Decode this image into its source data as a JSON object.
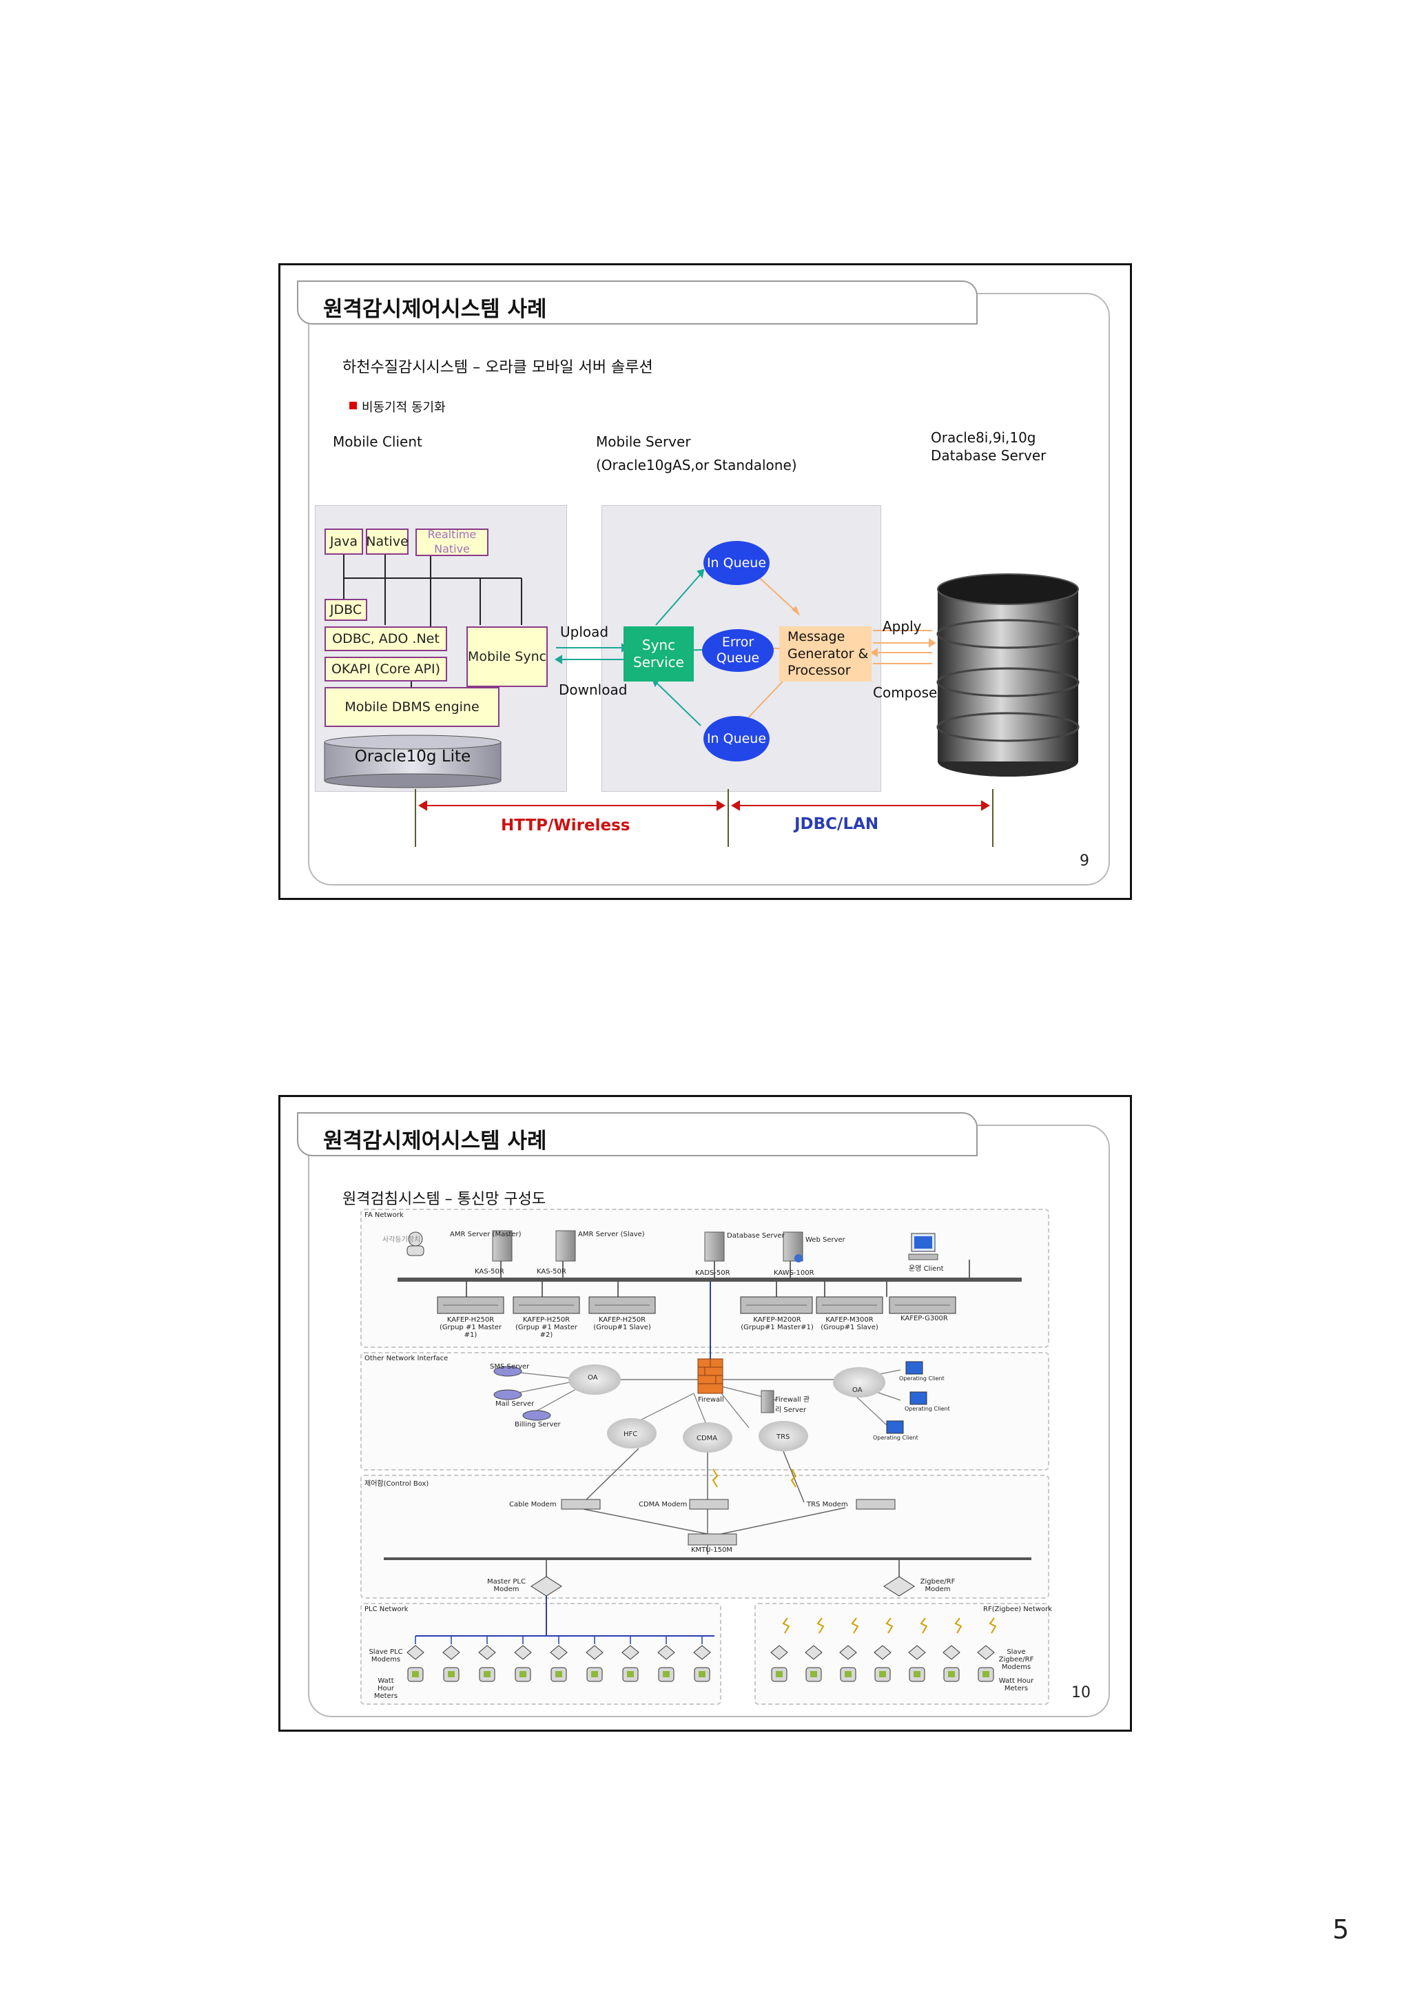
{
  "page_number": "5",
  "slide1": {
    "title": "원격감시제어시스템 사례",
    "subtitle": "하천수질감시시스템 – 오라클 모바일 서버 솔루션",
    "bullet": "비동기적 동기화",
    "mobile_client": "Mobile Client",
    "mobile_server": "Mobile Server",
    "mobile_server_sub": "(Oracle10gAS,or Standalone)",
    "db_server_line1": "Oracle8i,9i,10g",
    "db_server_line2": "Database Server",
    "java": "Java",
    "native": "Native",
    "realtime_native": "Realtime Native",
    "jdbc": "JDBC",
    "odbc": "ODBC, ADO .Net",
    "okapi": "OKAPI (Core API)",
    "mobile_dbms": "Mobile DBMS engine",
    "oracle_lite": "Oracle10g Lite",
    "mobile_sync": "Mobile Sync",
    "upload": "Upload",
    "download": "Download",
    "sync_service_1": "Sync",
    "sync_service_2": "Service",
    "in_queue_top": "In Queue",
    "error_queue_1": "Error",
    "error_queue_2": "Queue",
    "in_queue_bottom": "In Queue",
    "message_gen_1": "Message",
    "message_gen_2": "Generator &",
    "message_gen_3": "Processor",
    "apply": "Apply",
    "compose": "Compose",
    "http": "HTTP/Wireless",
    "jdbc_lan": "JDBC/LAN",
    "page": "9",
    "colors": {
      "http": "#cc1111",
      "jdbc_lan": "#2a3db0",
      "sync": "#16b37a",
      "queue": "#2346e8",
      "msg": "#ffd7a8",
      "bullet": "#dd0000"
    }
  },
  "slide2": {
    "title": "원격감시제어시스템 사례",
    "subtitle": "원격검침시스템 – 통신망 구성도",
    "page": "10",
    "sections": {
      "fa": "FA Network",
      "other": "Other Network Interface",
      "control": "제어함(Control Box)",
      "plc": "PLC Network",
      "rf": "RF(Zigbee) Network"
    },
    "fa_labels": {
      "operator": "사각등기장치",
      "amr_master": "AMR Server (Master)",
      "amr_slave": "AMR Server (Slave)",
      "db_server": "Database Server",
      "web_server": "Web Server",
      "client": "운영 Client",
      "kas1": "KAS-50R",
      "kas2": "KAS-50R",
      "kads": "KADS-50R",
      "kaws": "KAWS-100R",
      "h250_1": "KAFEP-H250R (Grpup #1 Master #1)",
      "h250_2": "KAFEP-H250R (Grpup #1 Master #2)",
      "h250_3": "KAFEP-H250R (Group#1 Slave)",
      "m200": "KAFEP-M200R (Grpup#1 Master#1)",
      "m300": "KAFEP-M300R (Group#1 Slave)",
      "g300": "KAFEP-G300R"
    },
    "other_labels": {
      "sms": "SMS Server",
      "mail": "Mail Server",
      "billing": "Billing Server",
      "oa1": "OA",
      "oa2": "OA",
      "firewall": "Firewall",
      "fw_mgr": "Firewall 관리 Server",
      "hfc": "HFC",
      "cdma": "CDMA",
      "trs": "TRS",
      "op1": "Operating Client",
      "op2": "Operating Client",
      "op3": "Operating Client"
    },
    "control_labels": {
      "cable": "Cable Modem",
      "cdma_modem": "CDMA Modem",
      "trs_modem": "TRS Modem",
      "kmtu": "KMTU-150M",
      "master_plc": "Master PLC Modem",
      "zigbee": "Zigbee/RF Modem"
    },
    "plc_labels": {
      "slave_plc": "Slave PLC Modems",
      "watt": "Watt Hour Meters",
      "slave_zigbee": "Slave Zigbee/RF Modems",
      "watt2": "Watt Hour Meters"
    }
  }
}
